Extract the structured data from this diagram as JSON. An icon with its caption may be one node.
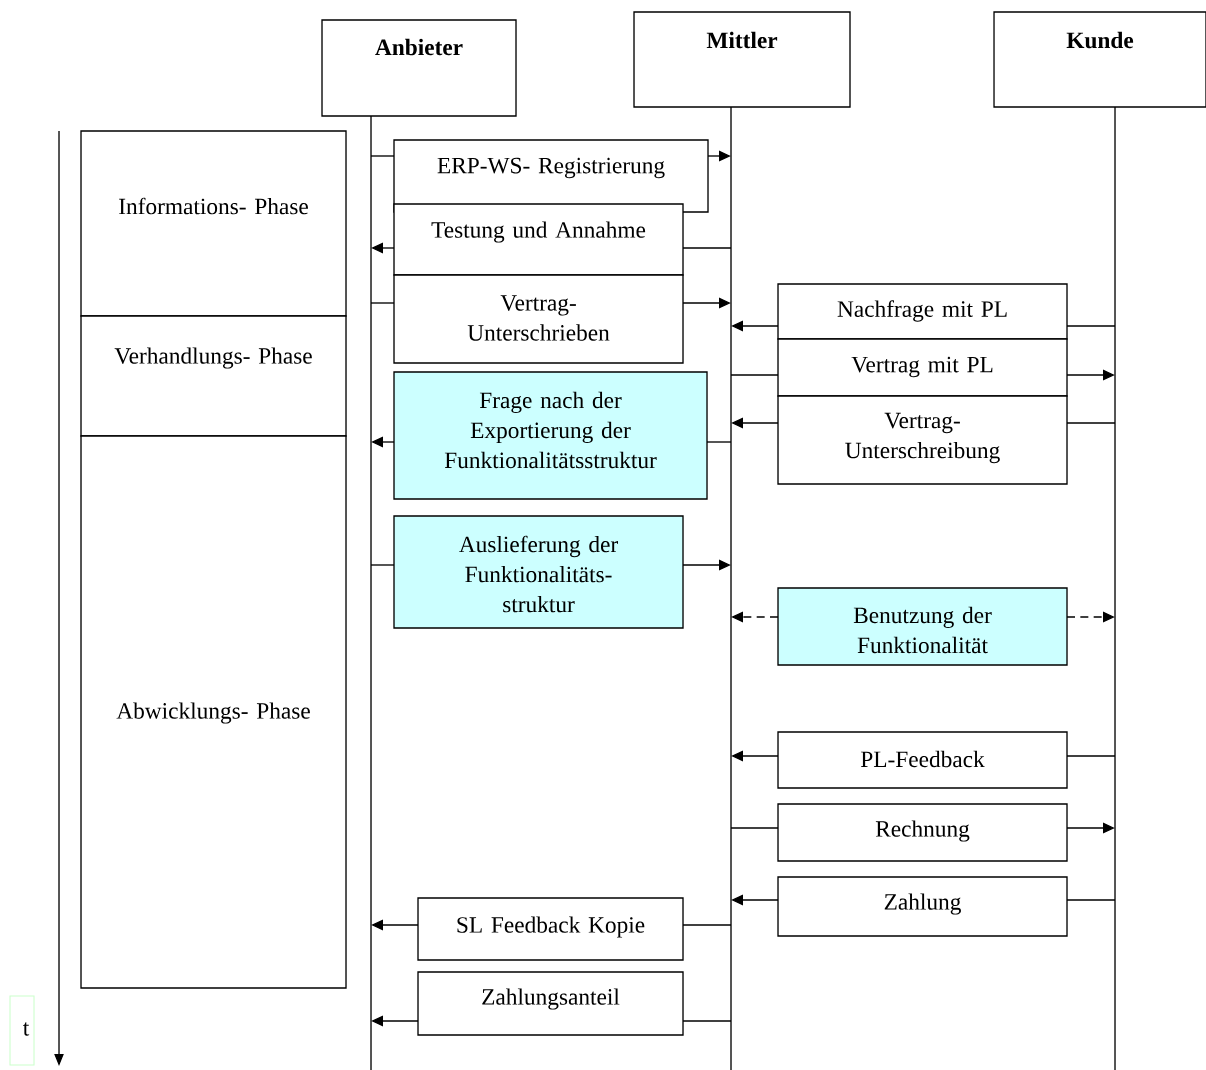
{
  "diagram": {
    "nodes": [
      {
        "text": [
          "Anbieter"
        ]
      },
      {
        "text": [
          "Mittler"
        ]
      },
      {
        "text": [
          "Kunde"
        ]
      },
      {
        "text": [
          "Informations- Phase"
        ]
      },
      {
        "text": [
          "Verhandlungs- Phase"
        ]
      },
      {
        "text": [
          "Abwicklungs- Phase"
        ]
      },
      {
        "text": [
          "ERP-WS- Registrierung"
        ]
      },
      {
        "text": [
          "Testung und Annahme"
        ]
      },
      {
        "text": [
          "Vertrag- Unterschrieben"
        ]
      },
      {
        "text": [
          "Nachfrage mit PL"
        ]
      },
      {
        "text": [
          "Vertrag mit PL"
        ]
      },
      {
        "text": [
          "Frage nach der Exportierung der Funktionalitätsstruktur"
        ]
      },
      {
        "text": [
          "Vertrag- Unterschreibung"
        ]
      },
      {
        "text": [
          "Auslieferung der Funktionalitäts- struktur"
        ]
      },
      {
        "text": [
          "Benutzung der Funktionalität"
        ]
      },
      {
        "text": [
          "PL-Feedback"
        ]
      },
      {
        "text": [
          "Rechnung"
        ]
      },
      {
        "text": [
          "Zahlung"
        ]
      },
      {
        "text": [
          "SL Feedback Kopie"
        ]
      },
      {
        "text": [
          "Zahlungsanteil"
        ]
      }
    ],
    "edges": [
      {
        "from": 0,
        "to": 6,
        "arrow": "none"
      },
      {
        "from": 6,
        "to": 1,
        "arrow": "to"
      },
      {
        "from": 1,
        "to": 7,
        "arrow": "none"
      },
      {
        "from": 7,
        "to": 0,
        "arrow": "to"
      },
      {
        "from": 0,
        "to": 8,
        "arrow": "none"
      },
      {
        "from": 8,
        "to": 1,
        "arrow": "to"
      },
      {
        "from": 2,
        "to": 9,
        "arrow": "none"
      },
      {
        "from": 9,
        "to": 1,
        "arrow": "to"
      },
      {
        "from": 1,
        "to": 10,
        "arrow": "none"
      },
      {
        "from": 10,
        "to": 2,
        "arrow": "to"
      },
      {
        "from": 1,
        "to": 11,
        "arrow": "none"
      },
      {
        "from": 11,
        "to": 0,
        "arrow": "to"
      },
      {
        "from": 2,
        "to": 12,
        "arrow": "none"
      },
      {
        "from": 12,
        "to": 1,
        "arrow": "to"
      },
      {
        "from": 0,
        "to": 13,
        "arrow": "none"
      },
      {
        "from": 13,
        "to": 1,
        "arrow": "to"
      },
      {
        "from": 14,
        "to": 1,
        "arrow": "to",
        "style": "dashed"
      },
      {
        "from": 14,
        "to": 2,
        "arrow": "to",
        "style": "dashed"
      },
      {
        "from": 2,
        "to": 15,
        "arrow": "none"
      },
      {
        "from": 15,
        "to": 1,
        "arrow": "to"
      },
      {
        "from": 1,
        "to": 16,
        "arrow": "none"
      },
      {
        "from": 16,
        "to": 2,
        "arrow": "to"
      },
      {
        "from": 2,
        "to": 17,
        "arrow": "none"
      },
      {
        "from": 17,
        "to": 1,
        "arrow": "to"
      },
      {
        "from": 1,
        "to": 18,
        "arrow": "none"
      },
      {
        "from": 18,
        "to": 0,
        "arrow": "to"
      },
      {
        "from": 1,
        "to": 19,
        "arrow": "none"
      },
      {
        "from": 19,
        "to": 0,
        "arrow": "to"
      }
    ],
    "labels": [
      "t"
    ]
  }
}
